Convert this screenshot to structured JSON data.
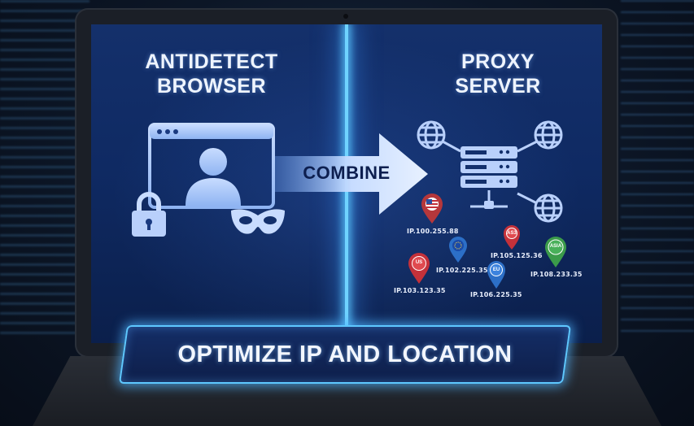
{
  "left_title": [
    "ANTIDETECT",
    "BROWSER"
  ],
  "right_title": [
    "PROXY",
    "SERVER"
  ],
  "center_label": "COMBINE",
  "banner_label": "OPTIMIZE IP AND LOCATION",
  "icons": {
    "browser": "browser-window-user-icon",
    "lock": "padlock-icon",
    "mask": "masquerade-mask-icon",
    "arrow": "right-arrow-icon",
    "network": "server-globe-network-icon"
  },
  "pins": [
    {
      "label": "",
      "flag": "us-flag",
      "ip": "IP.100.255.88",
      "color": "#b5373b"
    },
    {
      "label": "",
      "flag": "eu-flag",
      "ip": "IP.102.225.35",
      "color": "#2c6fc7"
    },
    {
      "label": "US",
      "ip": "IP.103.123.35",
      "color": "#c4313a"
    },
    {
      "label": "EU",
      "ip": "IP.106.225.35",
      "color": "#2c6fc7"
    },
    {
      "label": "AS3",
      "ip": "IP.105.125.36",
      "color": "#c4313a"
    },
    {
      "label": "ASIA",
      "ip": "IP.108.233.35",
      "color": "#3b9b4a"
    }
  ],
  "colors": {
    "glow": "#6fd3ff",
    "screen": "#14306b",
    "text": "#eef4ff"
  }
}
